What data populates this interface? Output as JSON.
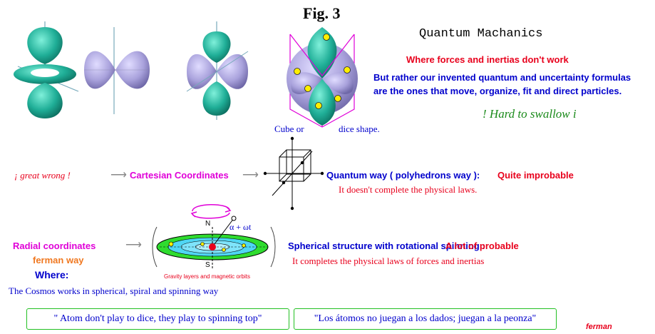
{
  "figure": {
    "title": "Fig. 3"
  },
  "quantum": {
    "title": "Quantum Machanics",
    "subtitle": "Where forces and inertias don't work",
    "line1": "But rather our invented quantum and uncertainty formulas",
    "line2": "are the ones that move, organize, fit and direct particles.",
    "hard": "! Hard to swallow i"
  },
  "cube": {
    "left": "Cube or",
    "right": "dice shape."
  },
  "cartesian": {
    "great_wrong": "¡ great wrong !",
    "label": "Cartesian Coordinates",
    "quantum_way": "Quantum way  ( polyhedrons way ):",
    "improbable": "Quite improbable",
    "note": "It doesn't complete the physical laws."
  },
  "radial": {
    "label": "Radial coordinates",
    "ferman_way": "ferman way",
    "where": "Where:",
    "cosmos": "The Cosmos works in spherical,  spiral and spinning way",
    "spherical": "Spherical structure with rotational spinning :",
    "probable": "A lot of probable",
    "completes": "It completes the physical laws  of forces and inertias"
  },
  "disk": {
    "n": "N",
    "s": "S",
    "formula": "α + ωt",
    "caption": "Gravity layers and magnetic orbits"
  },
  "quotes": {
    "english": "\" Atom don't play to dice, they play to spinning top\"",
    "spanish": "\"Los átomos no juegan a los dados; juegan a la peonza\""
  },
  "signature": "ferman",
  "colors": {
    "teal": "#1fae97",
    "lavender": "#a9a2dc",
    "blue": "#0000cc",
    "red": "#e8001c",
    "magenta": "#e000d8",
    "orange": "#f07820",
    "green": "#22c022",
    "disk_green": "#2fdc2f",
    "disk_cyan": "#4fd6f4",
    "yellow": "#ffee00"
  }
}
